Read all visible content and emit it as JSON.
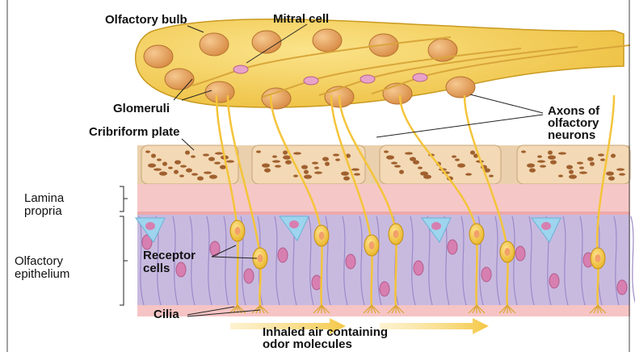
{
  "labels": {
    "olfactory_bulb": "Olfactory bulb",
    "mitral_cell": "Mitral cell",
    "glomeruli": "Glomeruli",
    "cribriform_plate": "Cribriform plate",
    "axons_line1": "Axons of",
    "axons_line2": "olfactory",
    "axons_line3": "neurons",
    "lamina_line1": "Lamina",
    "lamina_line2": "propria",
    "epithelium_line1": "Olfactory",
    "epithelium_line2": "epithelium",
    "receptor_line1": "Receptor",
    "receptor_line2": "cells",
    "cilia": "Cilia",
    "inhaled_line1": "Inhaled air containing",
    "inhaled_line2": "odor molecules"
  },
  "colors": {
    "bulb": "#f2c84b",
    "bulb_edge": "#c99a1f",
    "glomerulus": "#e8a95e",
    "bone": "#f3d9b5",
    "bone_pore": "#a0602e",
    "lamina": "#f6c3c3",
    "epithelium": "#c5b7e6",
    "support_cell": "#a897d6",
    "basal_cell": "#9ed4ee",
    "nucleus": "#d77fb0",
    "neuron": "#f4c43a",
    "arrow": "#f4c846"
  }
}
